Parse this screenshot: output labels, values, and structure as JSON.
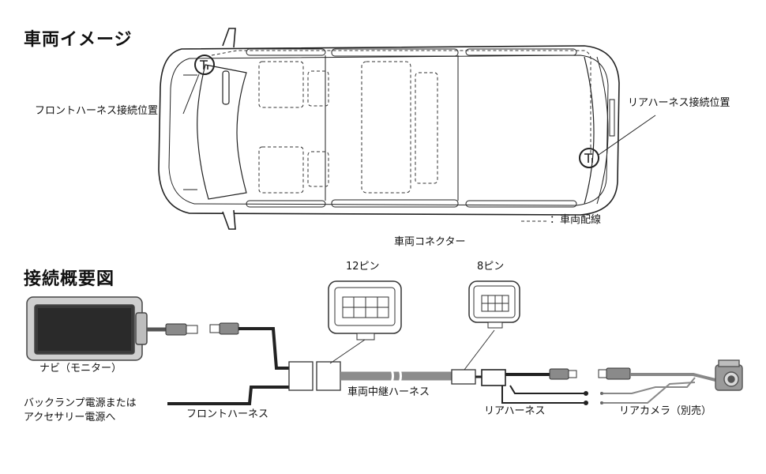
{
  "vehicle": {
    "section_title": "車両イメージ",
    "front_harness_position": "フロントハーネス接続位置",
    "rear_harness_position": "リアハーネス接続位置",
    "legend": "：車両配線"
  },
  "connection": {
    "section_title": "接続概要図",
    "vehicle_connector": "車両コネクター",
    "pin12": "12ピン",
    "pin8": "8ピン",
    "navi": "ナビ（モニター）",
    "backlamp_line1": "バックランプ電源または",
    "backlamp_line2": "アクセサリー電源へ",
    "front_harness": "フロントハーネス",
    "relay_harness": "車両中継ハーネス",
    "rear_harness": "リアハーネス",
    "rear_camera": "リアカメラ（別売）"
  }
}
